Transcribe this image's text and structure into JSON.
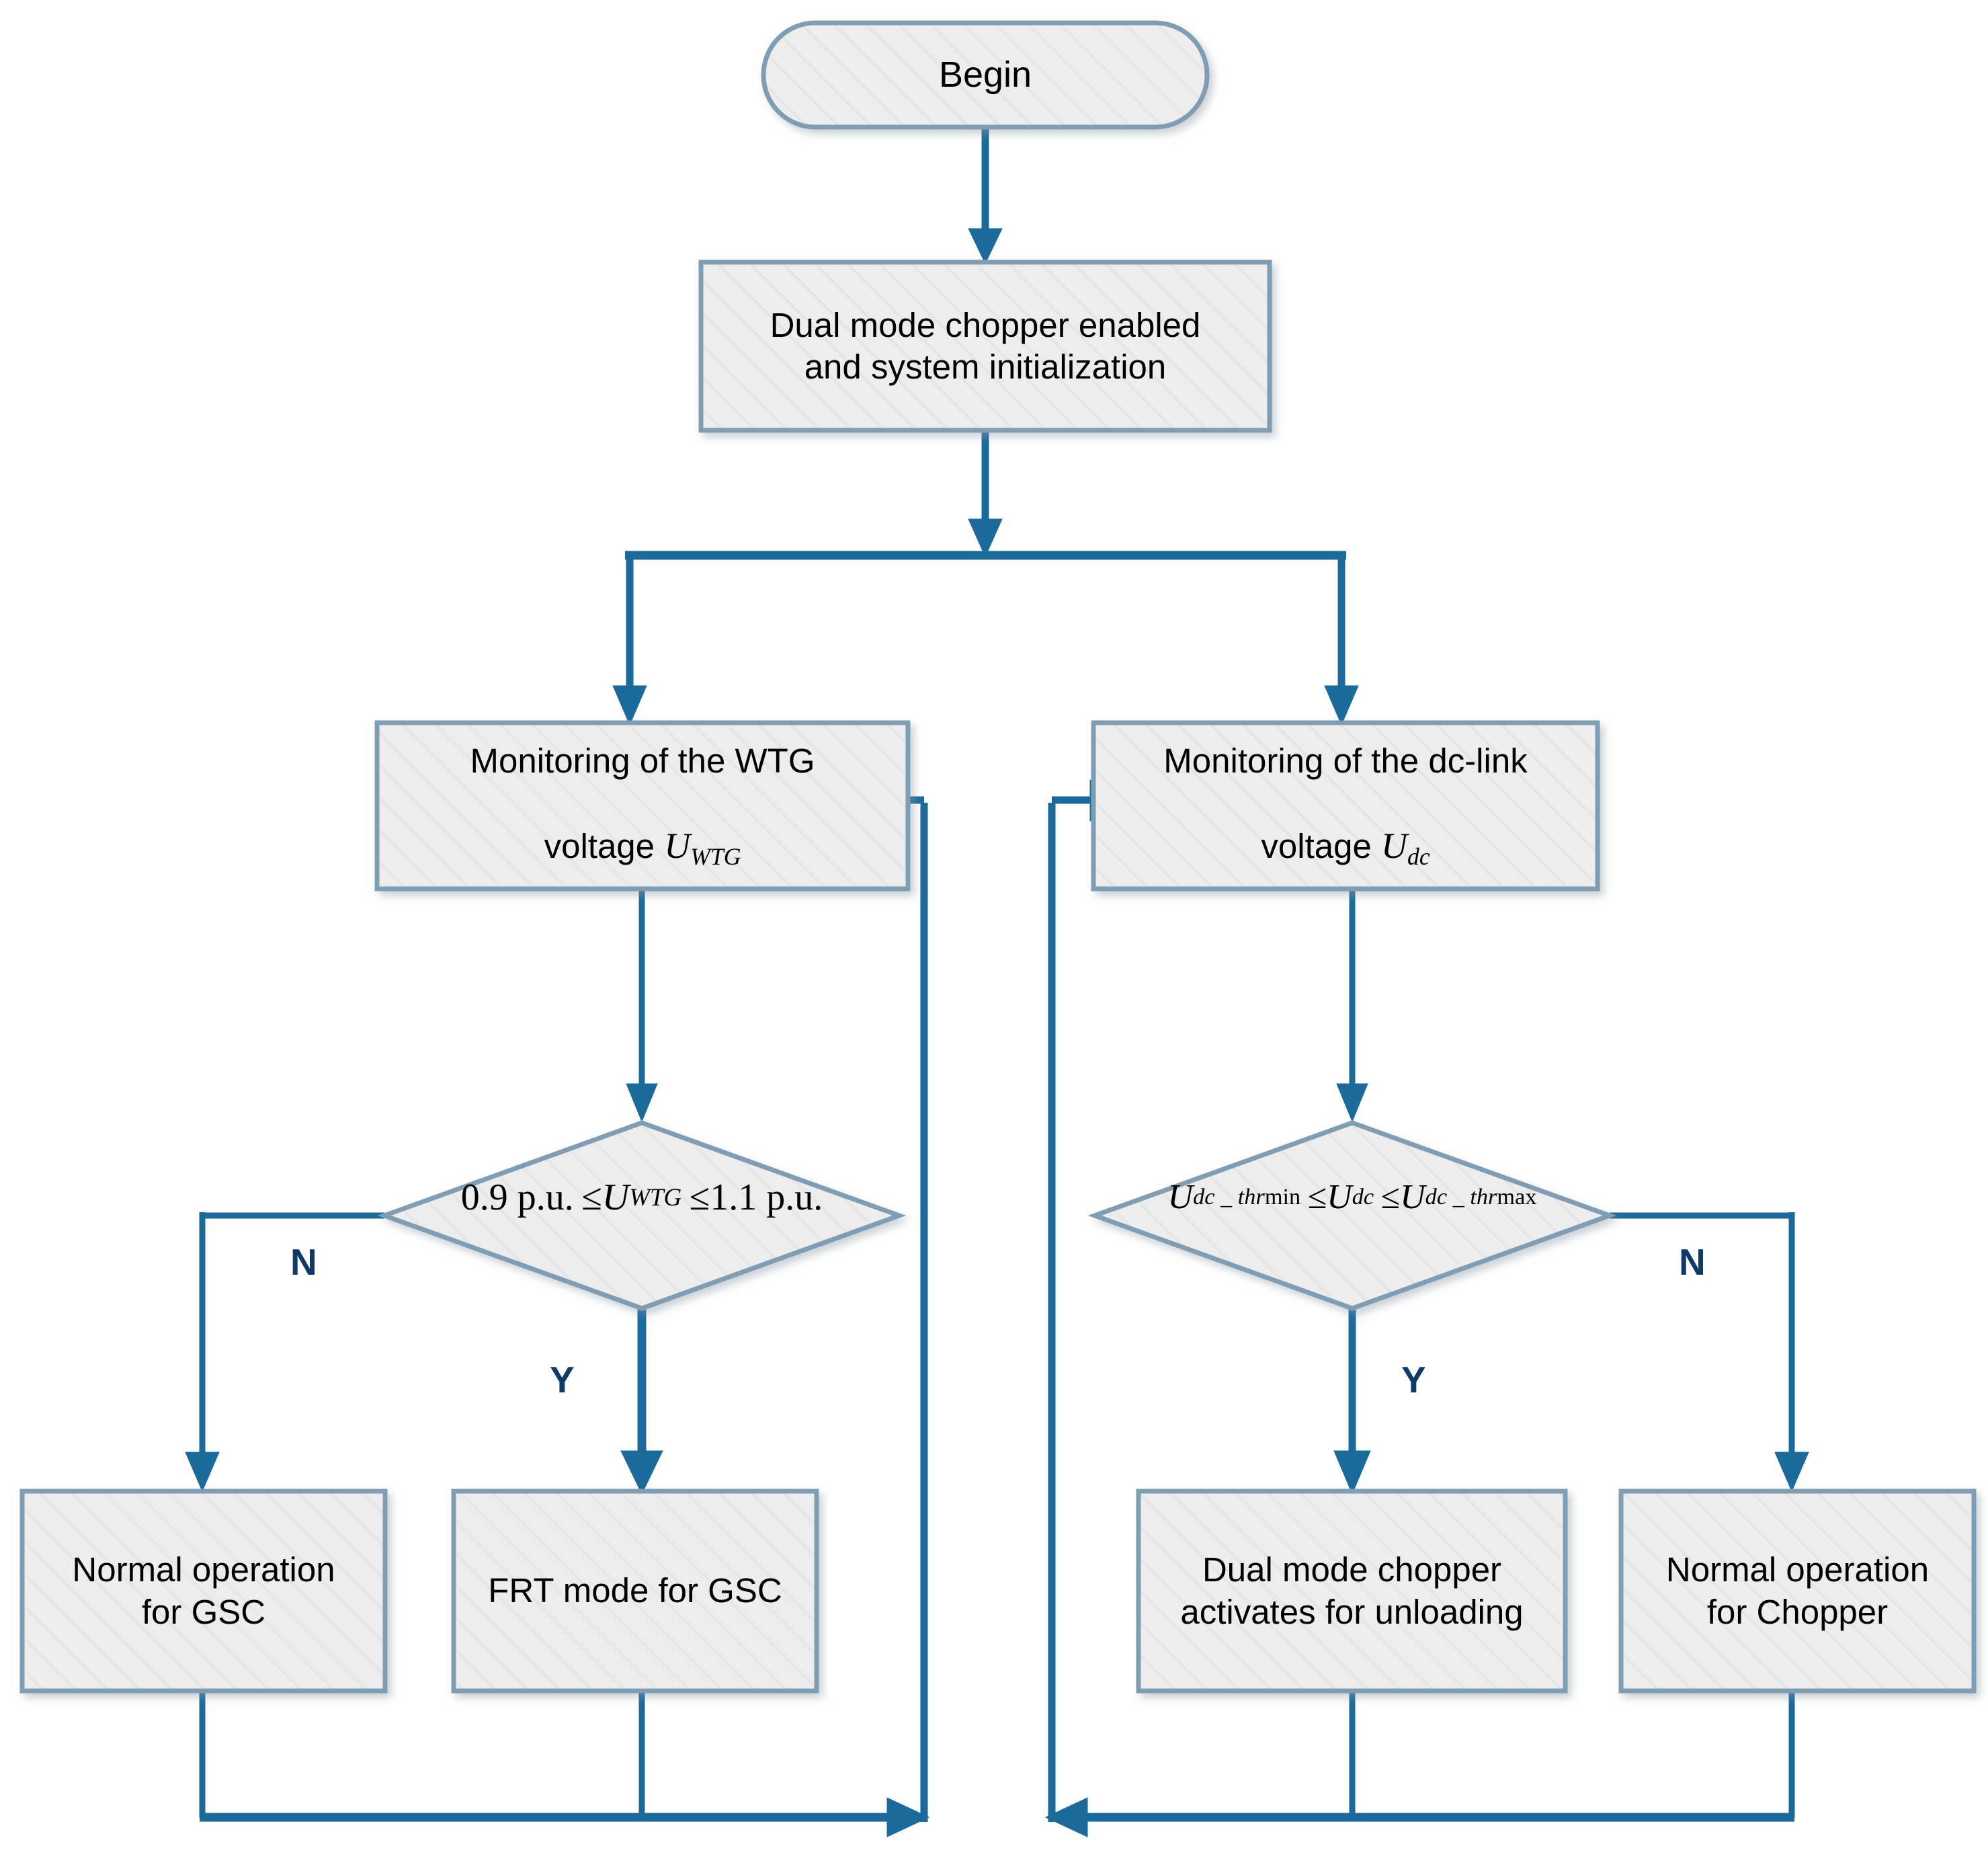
{
  "diagram": {
    "title": "Dual mode chopper control flowchart",
    "colors": {
      "node_fill": "#EDEDED",
      "node_border": "#7F9DB3",
      "connector": "#1B6A9C",
      "branch_label": "#0D3A66",
      "text": "#000000",
      "background": "#FFFFFF"
    },
    "nodes": [
      {
        "id": "begin",
        "type": "terminator",
        "label": "Begin"
      },
      {
        "id": "init",
        "type": "process",
        "label": "Dual mode chopper enabled\nand system initialization"
      },
      {
        "id": "mon_wtg",
        "type": "process",
        "label_line1": "Monitoring of the WTG",
        "label_line2_prefix": "voltage ",
        "label_line2_sym": "U",
        "label_line2_sub": "WTG"
      },
      {
        "id": "mon_dc",
        "type": "process",
        "label_line1": "Monitoring of the dc-link",
        "label_line2_prefix": "voltage ",
        "label_line2_sym": "U",
        "label_line2_sub": "dc"
      },
      {
        "id": "dec_wtg",
        "type": "decision",
        "expression": "0.9 p.u. ≤ U_WTG ≤ 1.1 p.u.",
        "parts": {
          "lo": "0.9 p.u.",
          "op1": "≤",
          "var": "U",
          "var_sub": "WTG",
          "op2": "≤",
          "hi": "1.1 p.u."
        }
      },
      {
        "id": "dec_dc",
        "type": "decision",
        "expression": "U_dc_thr min ≤ U_dc ≤ U_dc_thr max",
        "parts": {
          "lo_sym": "U",
          "lo_sub_it": "dc _ thr",
          "lo_sub_rm": "min",
          "op1": "≤",
          "var": "U",
          "var_sub": "dc",
          "op2": "≤",
          "hi_sym": "U",
          "hi_sub_it": "dc _ thr",
          "hi_sub_rm": "max"
        }
      },
      {
        "id": "norm_gsc",
        "type": "process",
        "label": "Normal operation\nfor GSC"
      },
      {
        "id": "frt_gsc",
        "type": "process",
        "label": "FRT mode for GSC"
      },
      {
        "id": "chopper_act",
        "type": "process",
        "label": "Dual mode chopper\nactivates for unloading"
      },
      {
        "id": "norm_chopper",
        "type": "process",
        "label": "Normal operation\nfor Chopper"
      }
    ],
    "branch_labels": [
      {
        "id": "wtg_n",
        "text": "N"
      },
      {
        "id": "wtg_y",
        "text": "Y"
      },
      {
        "id": "dc_y",
        "text": "Y"
      },
      {
        "id": "dc_n",
        "text": "N"
      }
    ],
    "edges": [
      {
        "from": "begin",
        "to": "init",
        "label": ""
      },
      {
        "from": "init",
        "to": "mon_wtg",
        "label": ""
      },
      {
        "from": "init",
        "to": "mon_dc",
        "label": ""
      },
      {
        "from": "mon_wtg",
        "to": "dec_wtg",
        "label": ""
      },
      {
        "from": "mon_dc",
        "to": "dec_dc",
        "label": ""
      },
      {
        "from": "dec_wtg",
        "to": "norm_gsc",
        "label": "N"
      },
      {
        "from": "dec_wtg",
        "to": "frt_gsc",
        "label": "Y"
      },
      {
        "from": "dec_dc",
        "to": "chopper_act",
        "label": "Y"
      },
      {
        "from": "dec_dc",
        "to": "norm_chopper",
        "label": "N"
      },
      {
        "from": "norm_gsc",
        "to": "mon_wtg",
        "label": ""
      },
      {
        "from": "frt_gsc",
        "to": "mon_wtg",
        "label": ""
      },
      {
        "from": "chopper_act",
        "to": "mon_dc",
        "label": ""
      },
      {
        "from": "norm_chopper",
        "to": "mon_dc",
        "label": ""
      }
    ]
  }
}
